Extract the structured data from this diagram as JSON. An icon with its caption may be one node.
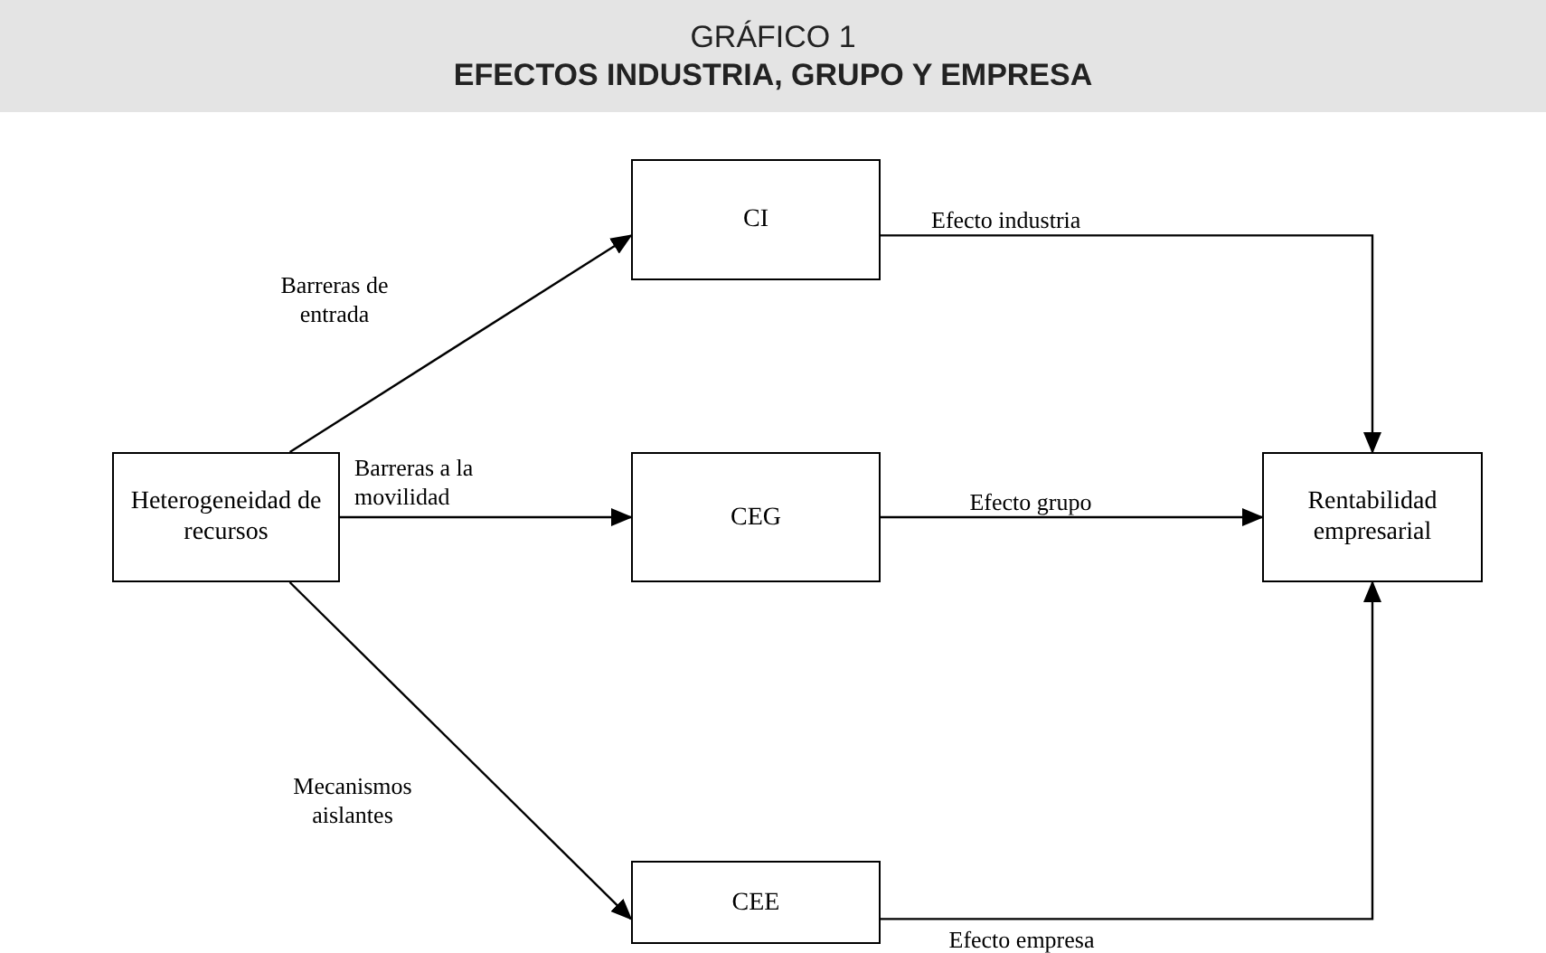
{
  "diagram": {
    "title": "GRÁFICO 1",
    "nodes": [
      {
        "text": [
          "Heterogeneidad de recursos"
        ]
      },
      {
        "text": [
          "CI"
        ]
      },
      {
        "text": [
          "CEG"
        ]
      },
      {
        "text": [
          "CEE"
        ]
      },
      {
        "text": [
          "Rentabilidad empresarial"
        ]
      }
    ],
    "edges": [
      {
        "from": 0,
        "to": 1,
        "arrow": "to",
        "label": "Barreras de entrada"
      },
      {
        "from": 0,
        "to": 2,
        "arrow": "to",
        "label": "Barreras a la movilidad"
      },
      {
        "from": 0,
        "to": 3,
        "arrow": "to",
        "label": "Mecanismos aislantes"
      },
      {
        "from": 1,
        "to": 4,
        "arrow": "to",
        "label": "Efecto industria"
      },
      {
        "from": 2,
        "to": 4,
        "arrow": "to",
        "label": "Efecto grupo"
      },
      {
        "from": 3,
        "to": 4,
        "arrow": "to",
        "label": "Efecto empresa"
      }
    ],
    "labels": [
      "EFECTOS INDUSTRIA, GRUPO Y EMPRESA"
    ]
  }
}
